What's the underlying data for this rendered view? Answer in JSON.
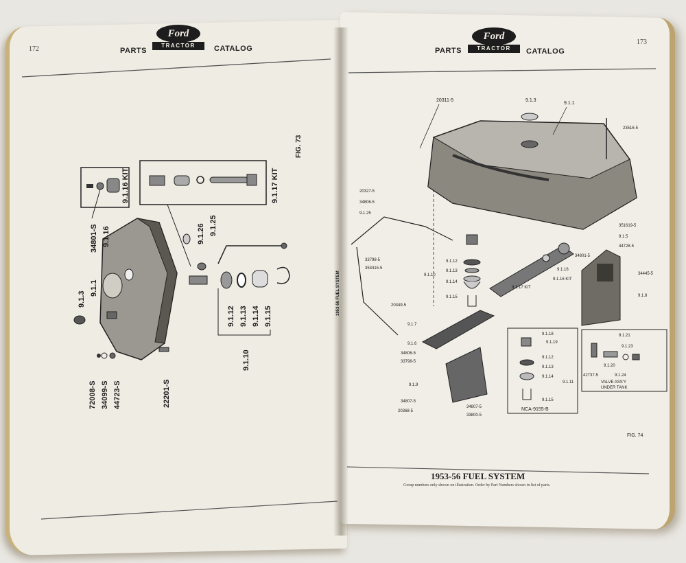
{
  "left_page": {
    "page_number": "172",
    "header_left": "PARTS",
    "header_right": "CATALOG",
    "logo_script": "Ford",
    "logo_bar": "TRACTOR",
    "figure_label": "FIG. 73",
    "spine_text": "1953-56 FUEL SYSTEM",
    "callouts": {
      "kit_9116": "9.1.16 KIT",
      "kit_9117": "9.1.17 KIT",
      "c_34801S": "34801-S",
      "c_9116": "9.1.16",
      "c_9126": "9.1.26",
      "c_9125": "9.1.25",
      "c_913": "9.1.3",
      "c_911": "9.1.1",
      "c_9112": "9.1.12",
      "c_9113": "9.1.13",
      "c_9114": "9.1.14",
      "c_9115": "9.1.15",
      "c_9110": "9.1.10",
      "c_72008S": "72008-S",
      "c_34099S": "34099-S",
      "c_44723S": "44723-S",
      "c_22201S": "22201-S"
    }
  },
  "right_page": {
    "page_number": "173",
    "header_left": "PARTS",
    "header_right": "CATALOG",
    "logo_script": "Ford",
    "logo_bar": "TRACTOR",
    "figure_label": "FIG. 74",
    "footer_title": "1953-56 FUEL SYSTEM",
    "footer_note": "Group numbers only shown on illustration. Order by Part Numbers shown in list of parts.",
    "callouts": {
      "c_20311S": "20311-5",
      "c_913": "9.1.3",
      "c_911": "9.1.1",
      "c_23516S": "23516-5",
      "c_20327S": "20327-5",
      "c_34806S_a": "34806-5",
      "c_9125": "9.1.25",
      "c_33798S_a": "33798-5",
      "c_353415S": "353415-5",
      "c_351619S": "351619-5",
      "c_915": "9.1.5",
      "c_44728S": "44728-5",
      "c_9112": "9.1.12",
      "c_9113": "9.1.13",
      "c_9110": "9.1.10",
      "c_9114": "9.1.14",
      "c_9115": "9.1.15",
      "c_34801S": "34801-5",
      "c_9116": "9.1.16",
      "c_9116kit": "9.1.16 KIT",
      "c_9117kit": "9.1.17 KIT",
      "c_34445S": "34445-5",
      "c_918": "9.1.8",
      "c_20349S": "20349-5",
      "c_917": "9.1.7",
      "c_916": "9.1.6",
      "c_34806S_b": "34806-5",
      "c_33798S_b": "33798-5",
      "c_919": "9.1.9",
      "c_34807S_a": "34807-5",
      "c_20368S": "20368-5",
      "c_34807S_b": "34807-5",
      "c_33800S": "33800-5",
      "box1": {
        "c_9118": "9.1.18",
        "c_9119": "9.1.19",
        "c_9112": "9.1.12",
        "c_9113": "9.1.13",
        "c_9114": "9.1.14",
        "c_9111": "9.1.11",
        "c_9115": "9.1.15",
        "caption": "NCA-9155-B"
      },
      "box2": {
        "c_9121": "9.1.21",
        "c_9123": "9.1.23",
        "c_9120": "9.1.20",
        "c_42737S": "42737-5",
        "c_9124": "9.1.24",
        "caption_1": "VALVE ASS'Y",
        "caption_2": "UNDER TANK"
      }
    }
  }
}
